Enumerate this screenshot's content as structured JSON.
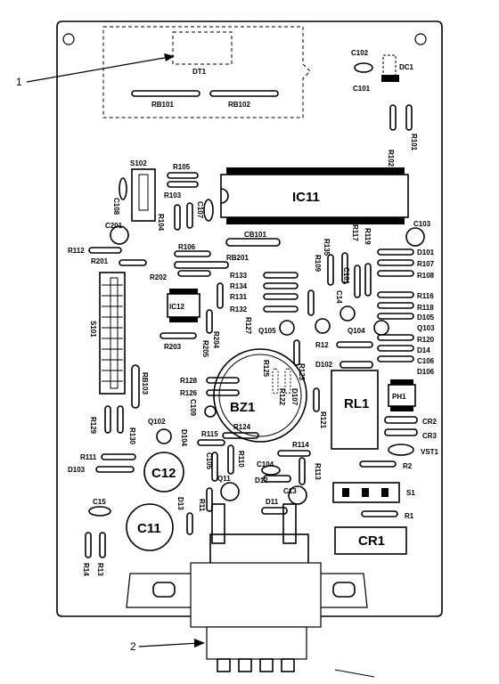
{
  "callouts": {
    "c1": "1",
    "c2": "2"
  },
  "labels": {
    "DT1": "DT1",
    "RB101": "RB101",
    "RB102": "RB102",
    "C102": "C102",
    "C101": "C101",
    "DC1": "DC1",
    "R102": "R102",
    "R101": "R101",
    "S102": "S102",
    "R105": "R105",
    "R103": "R103",
    "C108": "C108",
    "R104": "R104",
    "C107": "C107",
    "IC11": "IC11",
    "C201": "C201",
    "R106": "R106",
    "CB101": "CB101",
    "C103": "C103",
    "R112": "R112",
    "R135": "R135",
    "R117": "R117",
    "R119": "R119",
    "D101": "D101",
    "R201": "R201",
    "RB201": "RB201",
    "R107": "R107",
    "R108": "R108",
    "R202": "R202",
    "R133": "R133",
    "R109": "R109",
    "R134": "R134",
    "R131": "R131",
    "R132": "R132",
    "C14": "C14",
    "C101b": "C101",
    "R116": "R116",
    "R118": "R118",
    "D105": "D105",
    "IC12": "IC12",
    "S101": "S101",
    "R127": "R127",
    "Q105": "Q105",
    "Q104": "Q104",
    "Q103": "Q103",
    "R204": "R204",
    "R205": "R205",
    "R203": "R203",
    "R12": "R12",
    "R120": "R120",
    "D14": "D14",
    "C106": "C106",
    "D106": "D106",
    "D102": "D102",
    "R125": "R125",
    "R123": "R123",
    "RB103": "RB103",
    "R128": "R128",
    "R126": "R126",
    "RL1": "RL1",
    "PH1": "PH1",
    "BZ1": "BZ1",
    "R122": "R122",
    "D107": "D107",
    "C109": "C109",
    "R121": "R121",
    "R129": "R129",
    "R130": "R130",
    "Q102": "Q102",
    "R124": "R124",
    "CR2": "CR2",
    "CR3": "CR3",
    "D104": "D104",
    "R115": "R115",
    "R114": "R114",
    "VST1": "VST1",
    "R111": "R111",
    "D103": "D103",
    "C105": "C105",
    "R110": "R110",
    "C104": "C104",
    "R113": "R113",
    "R2": "R2",
    "C12": "C12",
    "D12": "D12",
    "R11": "R11",
    "Q11": "Q11",
    "C13": "C13",
    "S1": "S1",
    "C15": "C15",
    "D13": "D13",
    "D11": "D11",
    "R1": "R1",
    "C11": "C11",
    "CR1": "CR1",
    "R13": "R13",
    "R14": "R14"
  }
}
